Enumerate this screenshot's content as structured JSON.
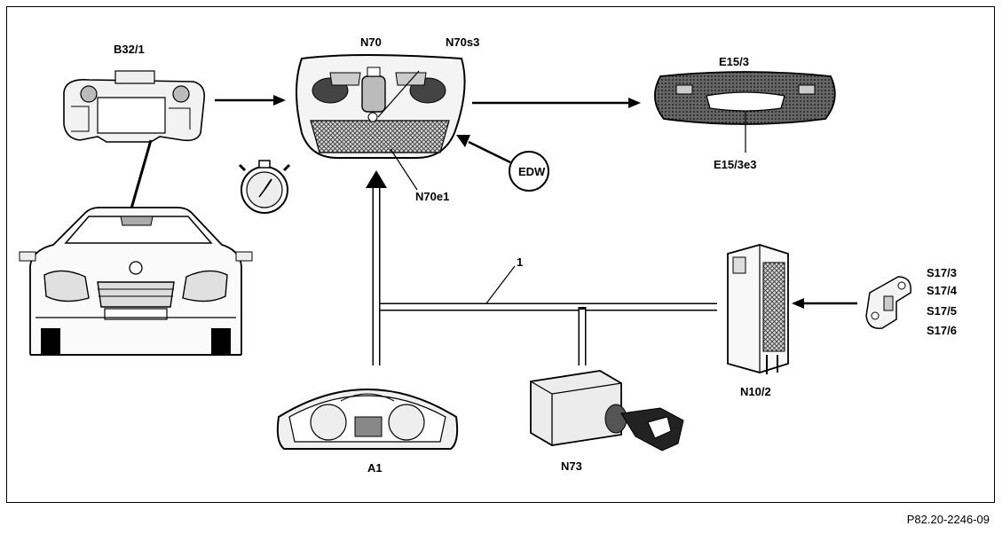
{
  "labels": {
    "b32_1": "B32/1",
    "n70": "N70",
    "n70s3": "N70s3",
    "n70e1": "N70e1",
    "e15_3": "E15/3",
    "e15_3e3": "E15/3e3",
    "edw": "EDW",
    "bus": "1",
    "s17_3": "S17/3",
    "s17_4": "S17/4",
    "s17_5": "S17/5",
    "s17_6": "S17/6",
    "n10_2": "N10/2",
    "a1": "A1",
    "n73": "N73"
  },
  "footer": {
    "doc_ref": "P82.20-2246-09"
  }
}
